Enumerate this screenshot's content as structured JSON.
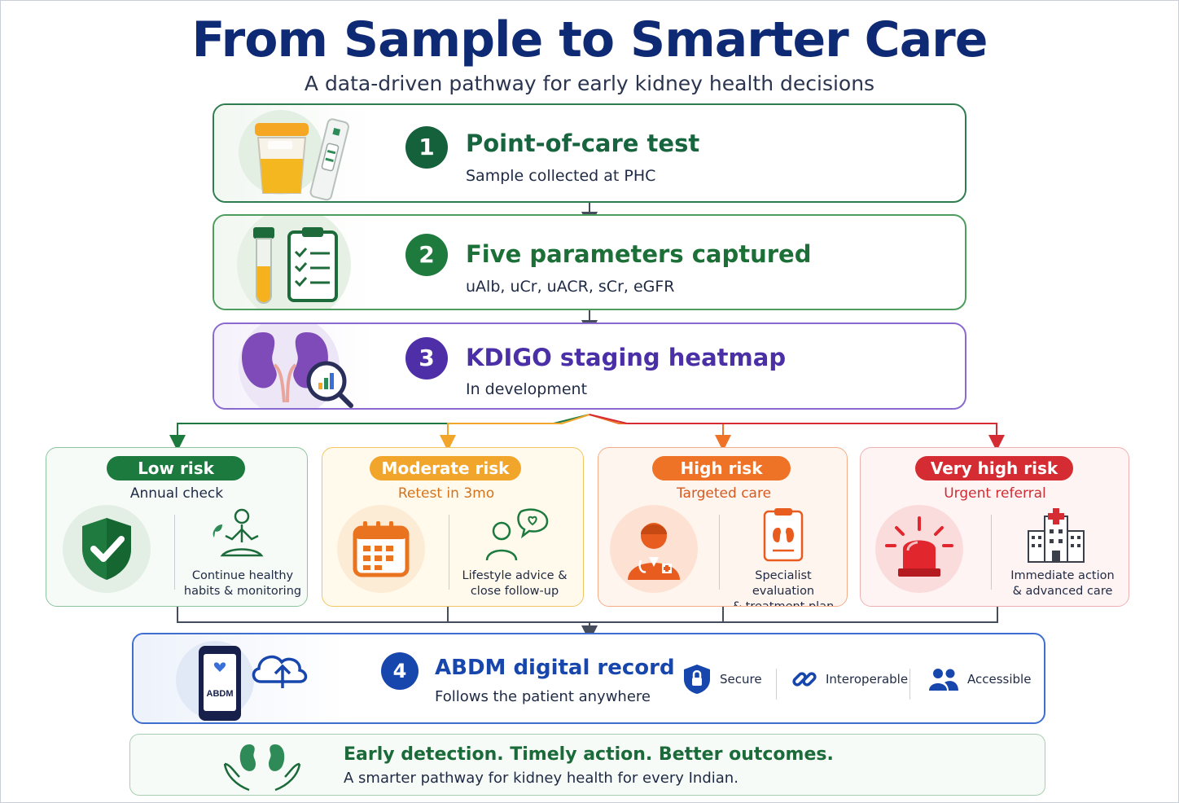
{
  "header": {
    "title": "From Sample to Smarter Care",
    "subtitle": "A data-driven pathway for early kidney health decisions"
  },
  "steps": [
    {
      "number": "1",
      "title": "Point-of-care test",
      "desc": "Sample collected at PHC",
      "icon": "urine-cup-test-strip-icon",
      "color": "#15613c"
    },
    {
      "number": "2",
      "title": "Five parameters captured",
      "desc": "uAlb, uCr, uACR, sCr, eGFR",
      "icon": "test-tube-clipboard-icon",
      "color": "#1f7b3d"
    },
    {
      "number": "3",
      "title": "KDIGO staging heatmap",
      "desc": "In development",
      "icon": "kidney-magnifier-icon",
      "color": "#4e2fa8"
    }
  ],
  "risks": [
    {
      "badge": "Low risk",
      "sub": "Annual check",
      "action": [
        "Continue healthy",
        "habits & monitoring"
      ],
      "color": "#1d7a3e",
      "icons": [
        "shield-check-icon",
        "meditation-icon"
      ]
    },
    {
      "badge": "Moderate risk",
      "sub": "Retest in 3mo",
      "action": [
        "Lifestyle advice &",
        "close follow-up"
      ],
      "color": "#f2a52b",
      "icons": [
        "calendar-icon",
        "person-chat-icon"
      ]
    },
    {
      "badge": "High risk",
      "sub": "Targeted care",
      "action": [
        "Specialist evaluation",
        "& treatment plan"
      ],
      "color": "#ef7326",
      "icons": [
        "doctor-icon",
        "clipboard-kidney-icon"
      ]
    },
    {
      "badge": "Very high risk",
      "sub": "Urgent referral",
      "action": [
        "Immediate action",
        "& advanced care"
      ],
      "color": "#d52b32",
      "icons": [
        "siren-icon",
        "hospital-icon"
      ]
    }
  ],
  "abdm": {
    "number": "4",
    "title": "ABDM digital record",
    "desc": "Follows the patient anywhere",
    "phone_label": "ABDM",
    "features": [
      "Secure",
      "Interoperable",
      "Accessible"
    ],
    "color": "#1746ad"
  },
  "footer": {
    "title": "Early detection. Timely action. Better outcomes.",
    "desc": "A smarter pathway for kidney health for every Indian."
  }
}
